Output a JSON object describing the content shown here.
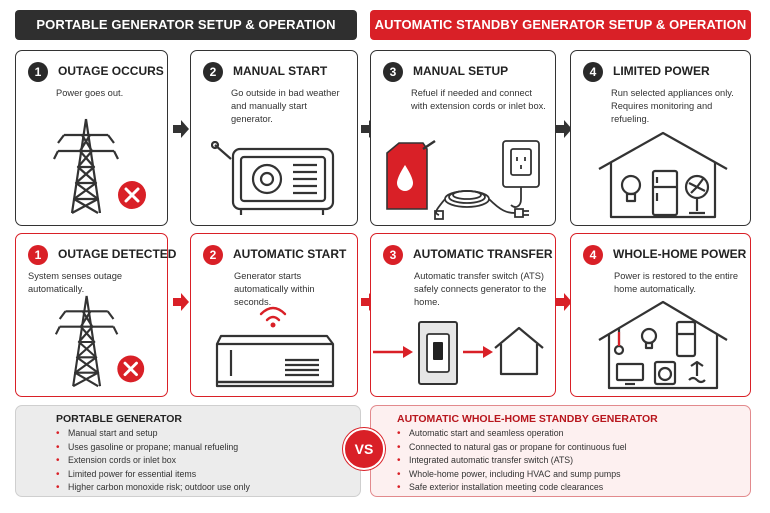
{
  "headers": {
    "portable": "PORTABLE GENERATOR SETUP & OPERATION",
    "standby": "AUTOMATIC STANDBY GENERATOR SETUP & OPERATION"
  },
  "portable_steps": [
    {
      "num": "1",
      "title": "OUTAGE OCCURS",
      "desc": "Power goes out.",
      "icon": "power-tower-icon"
    },
    {
      "num": "2",
      "title": "MANUAL START",
      "desc": "Go outside in bad weather and manually start generator.",
      "icon": "portable-generator-icon"
    },
    {
      "num": "3",
      "title": "MANUAL SETUP",
      "desc": "Refuel if needed and connect with extension cords or inlet box.",
      "icon": "fuel-can-icon"
    },
    {
      "num": "4",
      "title": "LIMITED POWER",
      "desc": "Run selected appliances only. Requires monitoring and refueling.",
      "icon": "house-appliances-icon"
    }
  ],
  "standby_steps": [
    {
      "num": "1",
      "title": "OUTAGE DETECTED",
      "desc": "System senses outage automatically.",
      "icon": "power-tower-icon"
    },
    {
      "num": "2",
      "title": "AUTOMATIC START",
      "desc": "Generator starts automatically within seconds.",
      "icon": "standby-generator-icon"
    },
    {
      "num": "3",
      "title": "AUTOMATIC TRANSFER",
      "desc": "Automatic transfer switch (ATS) safely connects generator to the home.",
      "icon": "transfer-switch-icon"
    },
    {
      "num": "4",
      "title": "WHOLE-HOME POWER",
      "desc": "Power is restored to the entire home automatically.",
      "icon": "whole-home-icon"
    }
  ],
  "comparison": {
    "vs_label": "VS",
    "portable": {
      "title": "PORTABLE GENERATOR",
      "items": [
        "Manual start and setup",
        "Uses gasoline or propane; manual refueling",
        "Extension cords or inlet box",
        "Limited power for essential items",
        "Higher carbon monoxide risk; outdoor use only"
      ]
    },
    "standby": {
      "title": "AUTOMATIC WHOLE-HOME STANDBY GENERATOR",
      "items": [
        "Automatic start and seamless operation",
        "Connected to natural gas or propane for continuous fuel",
        "Integrated automatic transfer switch (ATS)",
        "Whole-home power, including HVAC and sump pumps",
        "Safe exterior installation meeting code clearances"
      ]
    }
  },
  "colors": {
    "accent": "#d92027",
    "dark": "#2f2f2f"
  }
}
